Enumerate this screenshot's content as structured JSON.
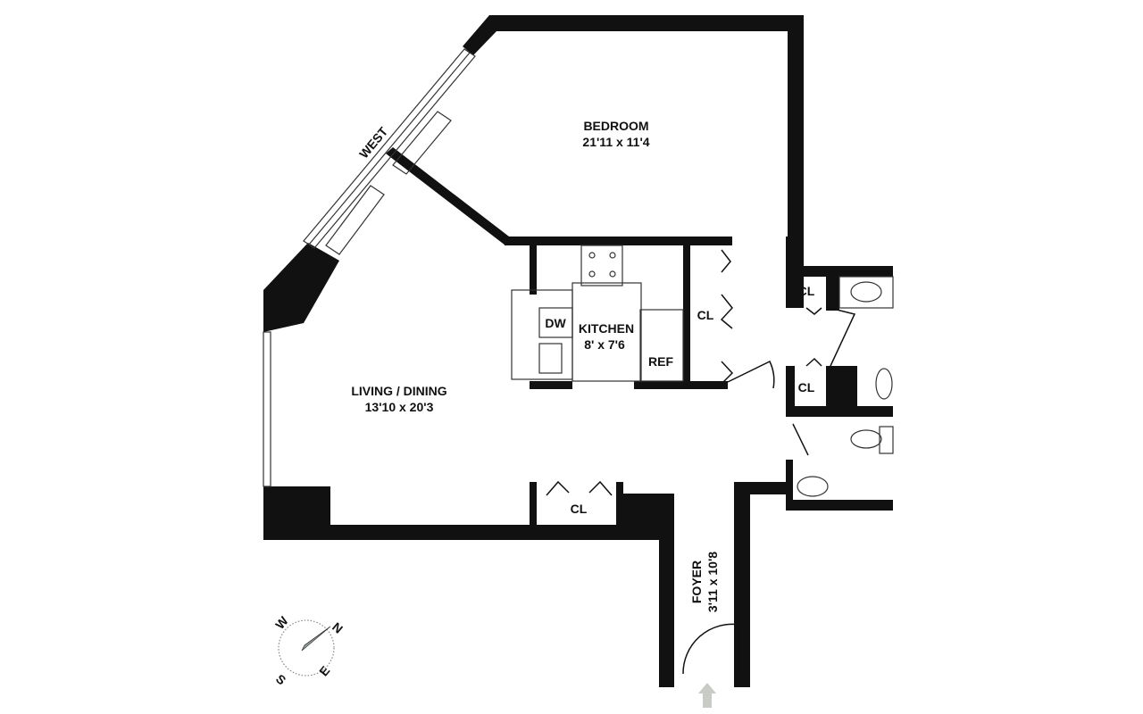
{
  "floorplan": {
    "rooms": {
      "bedroom": {
        "name": "BEDROOM",
        "size": "21'11 x 11'4"
      },
      "living": {
        "name": "LIVING / DINING",
        "size": "13'10 x 20'3"
      },
      "kitchen": {
        "name": "KITCHEN",
        "size": "8' x 7'6"
      },
      "foyer": {
        "name": "FOYER",
        "size": "3'11 x 10'8"
      }
    },
    "labels": {
      "dw": "DW",
      "ref": "REF",
      "cl_kitchen": "CL",
      "cl_upper": "CL",
      "cl_lower": "CL",
      "cl_living": "CL",
      "west": "WEST"
    },
    "compass": {
      "n": "N",
      "s": "S",
      "e": "E",
      "w": "W"
    },
    "colors": {
      "wall": "#111111",
      "arrow": "#c8cbc6",
      "needle": "#9aa89c"
    }
  }
}
